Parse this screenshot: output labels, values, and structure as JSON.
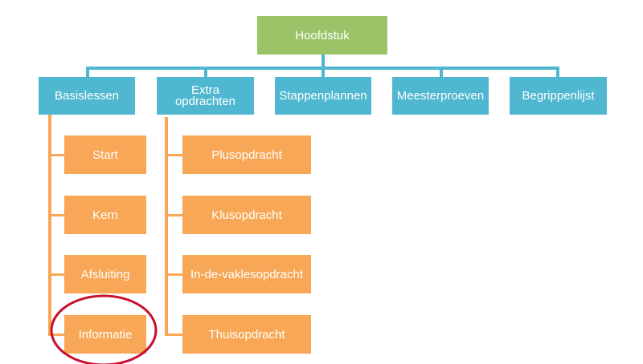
{
  "diagram": {
    "root": {
      "label": "Hoofdstuk"
    },
    "level1": [
      {
        "label": "Basislessen"
      },
      {
        "label": "Extra\nopdrachten"
      },
      {
        "label": "Stappenplannen"
      },
      {
        "label": "Meesterproeven"
      },
      {
        "label": "Begrippenlijst"
      }
    ],
    "basislessen_children": [
      {
        "label": "Start"
      },
      {
        "label": "Kern"
      },
      {
        "label": "Afsluiting"
      },
      {
        "label": "Informatie"
      }
    ],
    "extra_children": [
      {
        "label": "Plusopdracht"
      },
      {
        "label": "Klusopdracht"
      },
      {
        "label": "In-de-vaklesopdracht"
      },
      {
        "label": "Thuisopdracht"
      }
    ],
    "highlight": {
      "target": "Informatie",
      "color": "#c8102e"
    }
  },
  "colors": {
    "root": "#9bc468",
    "level1": "#4fb7cf",
    "level2": "#f7a755",
    "text": "#ffffff"
  }
}
